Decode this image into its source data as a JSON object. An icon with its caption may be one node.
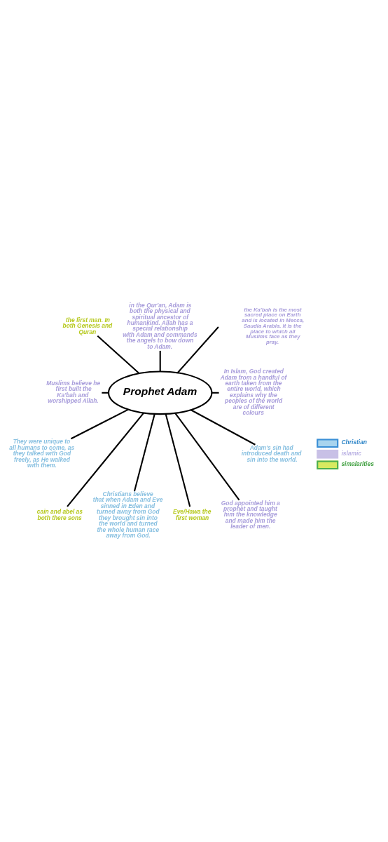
{
  "diagram": {
    "nodes": [
      {
        "text": [
          "the first man. In both Genesis and Quran"
        ]
      },
      {
        "text": [
          "in the Qur'an, Adam is both the physical and spiritual ancestor of humankind. Allah has a special relationship with Adam and commands the angels to bow down to Adam."
        ]
      },
      {
        "text": [
          "Muslims believe he first built the Ka'bah and worshipped Allah."
        ]
      },
      {
        "text": [
          "Prophet Adam"
        ]
      },
      {
        "text": [
          "In Islam, God created Adam from a handful of earth taken from the entire world, which explains why the peoples of the world are of different colours"
        ]
      },
      {
        "text": [
          "They were unique to all humans to come, as they talked with God freely, as He walked with them."
        ]
      },
      {
        "text": [
          "cain and abel as both there sons"
        ]
      },
      {
        "text": [
          "Christians believe that when Adam and Eve sinned in Eden and turned away from God they brought sin into the world and turned the whole human race away from God."
        ]
      },
      {
        "text": [
          "Eve/Hawa the first woman"
        ]
      },
      {
        "text": [
          "God appointed him a prophet and taught him the knowledge and made him the leader of men."
        ]
      },
      {
        "text": [
          "Adam's sin had introduced death and sin into the world."
        ]
      }
    ],
    "edges": [
      {
        "from": 3,
        "to": 0,
        "arrow": "none"
      },
      {
        "from": 3,
        "to": 1,
        "arrow": "none"
      },
      {
        "from": 3,
        "to": null,
        "arrow": "none"
      },
      {
        "from": 3,
        "to": 2,
        "arrow": "none"
      },
      {
        "from": 3,
        "to": 4,
        "arrow": "none"
      },
      {
        "from": 3,
        "to": 5,
        "arrow": "none"
      },
      {
        "from": 3,
        "to": 6,
        "arrow": "none"
      },
      {
        "from": 3,
        "to": 7,
        "arrow": "none"
      },
      {
        "from": 3,
        "to": 8,
        "arrow": "none"
      },
      {
        "from": 3,
        "to": 9,
        "arrow": "none"
      },
      {
        "from": 3,
        "to": 10,
        "arrow": "none"
      }
    ],
    "labels": [
      "the Ka'bah is the most sacred place on Earth and is located in Mecca, Saudia Arabia. It is the place to which all Muslims face as they pray."
    ],
    "legend": [
      {
        "text": "Christian",
        "color": "#a8d4ee"
      },
      {
        "text": "islamic",
        "color": "#c8c0e6"
      },
      {
        "text": "simalarities",
        "color": "#d8ea60"
      }
    ]
  }
}
